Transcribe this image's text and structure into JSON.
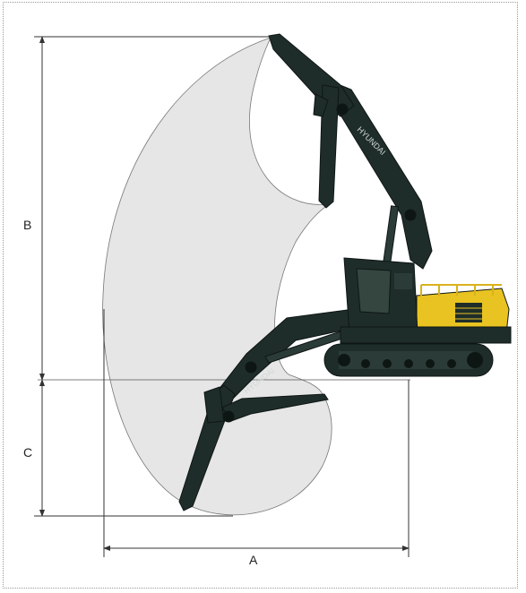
{
  "diagram": {
    "labels": {
      "a": "A",
      "b": "B",
      "c": "C"
    },
    "brand_text": "HYUNDAI",
    "colors": {
      "machine_dark": "#1f2d2a",
      "machine_yellow": "#e9c321",
      "reach_envelope": "#e6e6e6",
      "dimension_line": "#333333",
      "frame": "#9a9a9a"
    }
  }
}
